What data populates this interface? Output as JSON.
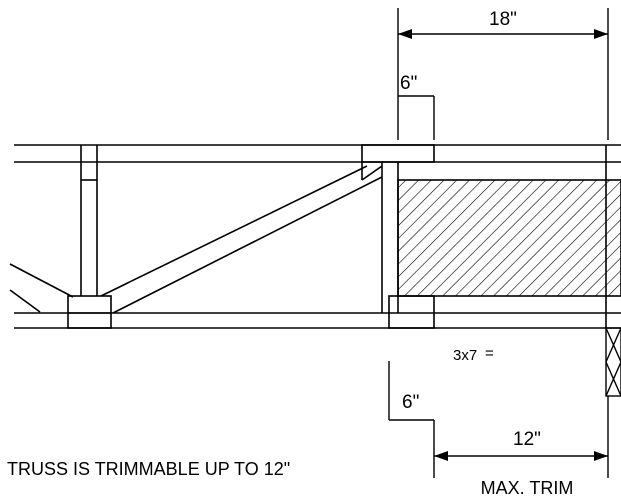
{
  "dimensions": {
    "top_overall": "18\"",
    "top_offset": "6\"",
    "bottom_offset": "6\"",
    "bottom_trim": "12\""
  },
  "plate_label": "3x7",
  "plate_symbol": "=",
  "notes": {
    "trimmable": "TRUSS IS TRIMMABLE UP TO 12\"",
    "max_trim": "MAX. TRIM"
  }
}
